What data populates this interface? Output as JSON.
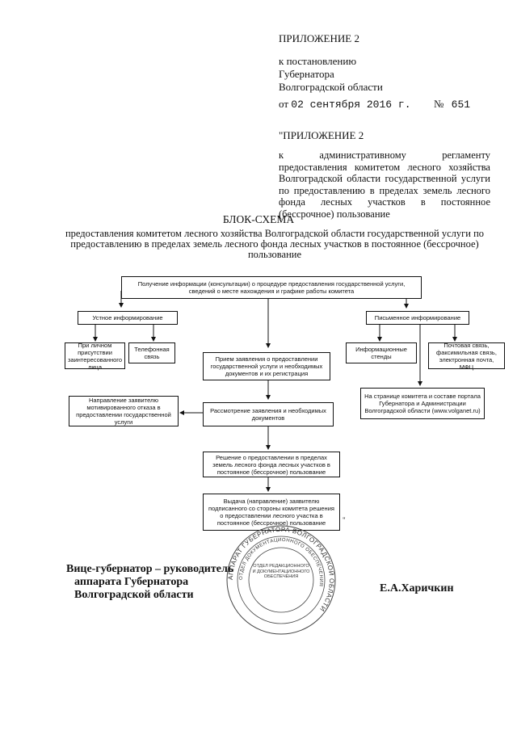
{
  "header": {
    "app_label": "ПРИЛОЖЕНИЕ 2",
    "to_decree_1": "к постановлению",
    "to_decree_2": "Губернатора",
    "to_decree_3": "Волгоградской области",
    "date_prefix": "от",
    "date_value": "02 сентября 2016 г.",
    "num_prefix": "№",
    "num_value": "651",
    "app2_label": "\"ПРИЛОЖЕНИЕ 2",
    "regulation_text": "к административному регламенту предоставления комитетом лесного хозяйства Волгоградской области государственной услуги по предоставлению в пределах земель лесного фонда лесных участков в постоянное (бессрочное) пользование"
  },
  "title": {
    "heading": "БЛОК-СХЕМА",
    "subtitle": "предоставления комитетом лесного хозяйства Волгоградской области государственной услуги по предоставлению в пределах земель лесного фонда лесных участков в постоянное (бессрочное) пользование"
  },
  "flowchart": {
    "top": "Получение информации (консультации) о процедуре предоставления государственной услуги, сведений о месте нахождения и графике работы комитета",
    "oral": "Устное информирование",
    "in_person": "При личном присутствии заинтересованного лица",
    "phone": "Телефонная связь",
    "reception": "Прием заявления о предоставлении государственной услуги и необходимых документов и их регистрация",
    "written": "Письменное информирование",
    "info_stands": "Информационные стенды",
    "postal": "Почтовая связь, факсимильная связь, электронная почта, МФЦ",
    "refusal": "Направление заявителю мотивированного отказа в предоставлении государственной услуги",
    "review": "Рассмотрение заявления и необходимых документов",
    "web": "На странице комитета и составе портала Губернатора и Администрации Волгоградской области (www.volganet.ru)",
    "decision": "Решение о предоставлении в пределах земель лесного фонда лесных участков в постоянное (бессрочное) пользование",
    "issue": "Выдача (направление) заявителю подписанного со стороны комитета решения о предоставлении лесного участка в постоянное (бессрочное) пользование",
    "end_mark": "\""
  },
  "signature": {
    "line1": "Вице-губернатор – руководитель",
    "line2": "аппарата Губернатора",
    "line3": "Волгоградской области",
    "name": "Е.А.Харичкин"
  },
  "stamp": {
    "ring_outer": "АППАРАТ ГУБЕРНАТОРА ВОЛГОГРАДСКОЙ ОБЛАСТИ",
    "ring_inner": "ОТДЕЛ ДОКУМЕНТАЦИОННОГО ОБЕСПЕЧЕНИЯ",
    "center": "ОТДЕЛ РЕДАКЦИОННОГО И ДОКУМЕНТАЦИОННОГО ОБЕСПЕЧЕНИЯ"
  }
}
